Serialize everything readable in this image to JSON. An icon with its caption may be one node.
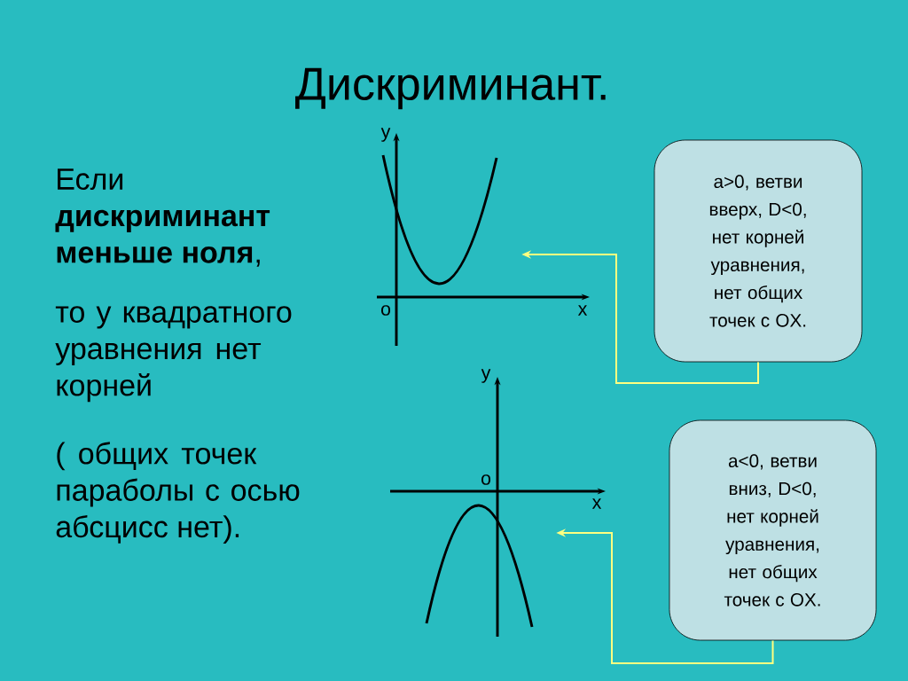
{
  "diagram": {
    "title": "Дискриминант.",
    "nodes": [
      {
        "text": [],
        "shape": "graph"
      },
      {
        "text": [
          "a>0, ветви вверх, D<0, нет корней уравнения, нет общих точек с OX."
        ]
      },
      {
        "text": [],
        "shape": "graph"
      },
      {
        "text": [
          "a<0, ветви вниз, D<0, нет корней уравнения, нет  общих точек с OX."
        ]
      }
    ],
    "edges": [
      {
        "from": 1,
        "to": 0,
        "arrow": "to",
        "color": "#ffff80"
      },
      {
        "from": 3,
        "to": 2,
        "arrow": "to",
        "color": "#ffff80"
      }
    ],
    "labels": [
      "Если **дискриминант меньше ноля**,",
      "то у квадратного уравнения нет корней",
      "( общих точек параболы с осью абсцисс нет).",
      "y",
      "o",
      "x",
      "y",
      "o",
      "x"
    ]
  }
}
